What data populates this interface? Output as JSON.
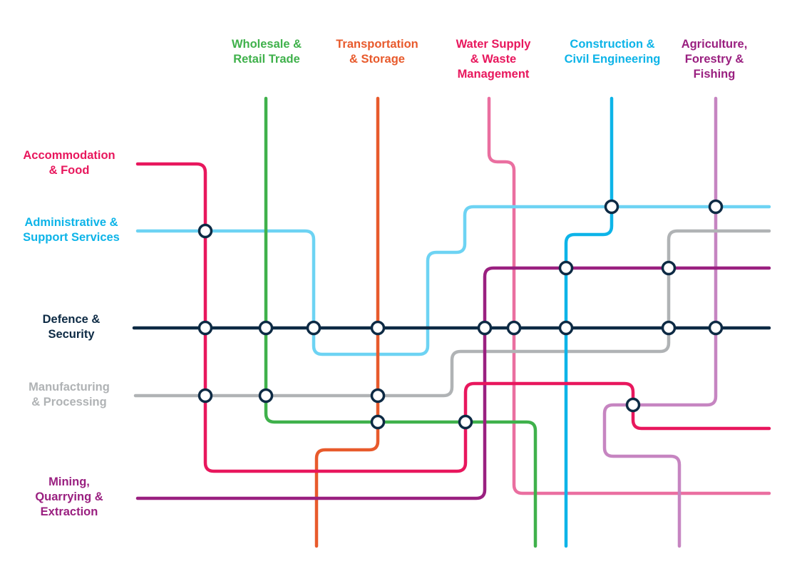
{
  "colors": {
    "accommodation": "#e8175d",
    "administrative": "#6dd3f3",
    "defence": "#0d2a44",
    "manufacturing": "#b0b3b5",
    "mining": "#9a2080",
    "wholesale": "#3fb14b",
    "transportation": "#e85a2c",
    "water": "#ea6fa0",
    "construction": "#0db4e8",
    "agriculture": "#c685c1",
    "station_stroke": "#0d2a44"
  },
  "row_labels": {
    "accommodation": "Accommodation\n& Food",
    "administrative": "Administrative &\nSupport Services",
    "defence": "Defence &\nSecurity",
    "manufacturing": "Manufacturing\n& Processing",
    "mining": "Mining,\nQuarrying &\nExtraction"
  },
  "column_labels": {
    "wholesale": "Wholesale &\nRetail Trade",
    "transportation": "Transportation\n& Storage",
    "water": "Water Supply\n& Waste\nManagement",
    "construction": "Construction &\nCivil Engineering",
    "agriculture": "Agriculture,\nForestry &\nFishing"
  }
}
